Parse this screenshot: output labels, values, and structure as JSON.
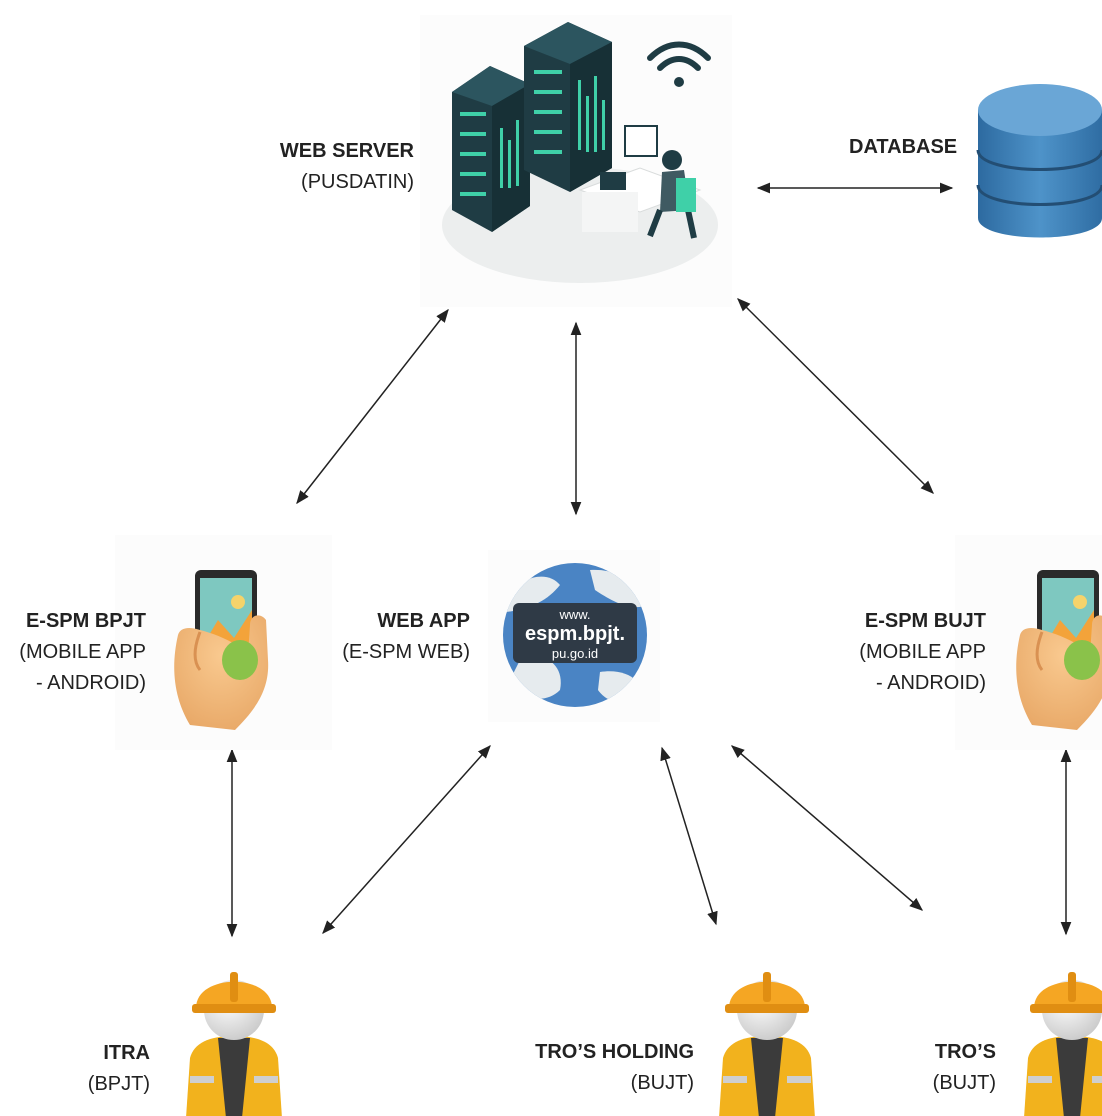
{
  "nodes": {
    "web_server": {
      "title": "WEB SERVER",
      "subtitle": "(PUSDATIN)"
    },
    "database": {
      "title": "DATABASE"
    },
    "espm_bpjt": {
      "title": "E-SPM BPJT",
      "line1": "(MOBILE APP",
      "line2": "- ANDROID)"
    },
    "web_app": {
      "title": "WEB APP",
      "subtitle": "(E-SPM WEB)"
    },
    "espm_bujt": {
      "title": "E-SPM BUJT",
      "line1": "(MOBILE APP",
      "line2": "- ANDROID)"
    },
    "itra": {
      "title": "ITRA",
      "subtitle": "(BPJT)"
    },
    "tros_holding": {
      "title": "TRO’S HOLDING",
      "subtitle": "(BUJT)"
    },
    "tros": {
      "title": "TRO’S",
      "subtitle": "(BUJT)"
    }
  },
  "globe_badge": {
    "line1": "www.",
    "line2": "espm.bpjt.",
    "line3": "pu.go.id"
  },
  "icons": [
    "server-rack-icon",
    "wifi-icon",
    "database-icon",
    "phone-in-hand-icon",
    "globe-icon",
    "worker-icon"
  ],
  "colors": {
    "server_dark": "#1f3c44",
    "server_accent": "#3fd0a8",
    "database_blue": "#3a7db5",
    "helmet_orange": "#f5a623",
    "vest_yellow": "#f2b21d",
    "globe_ocean": "#4a84c4",
    "badge_bg": "#2f3a46"
  }
}
